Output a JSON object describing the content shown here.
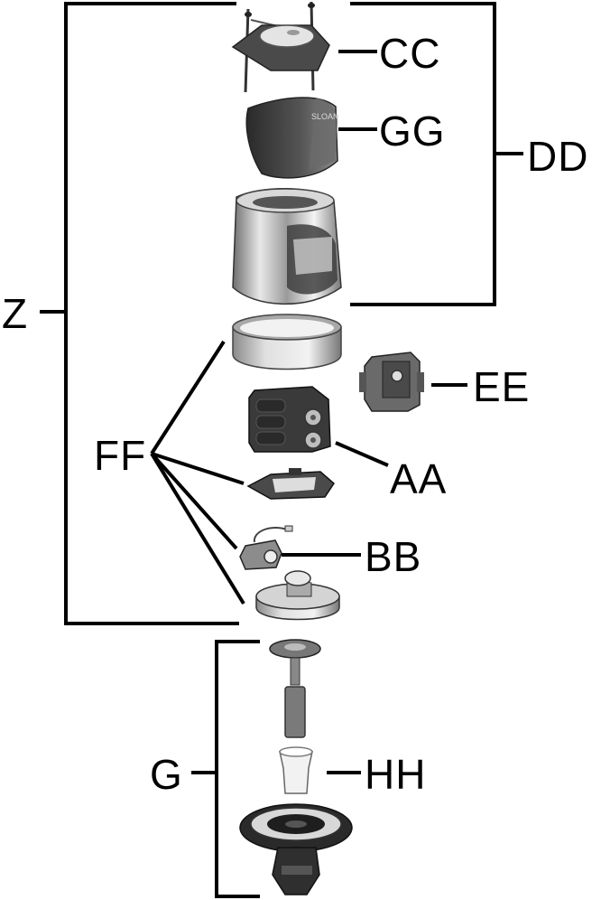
{
  "diagram": {
    "labels": {
      "cc": "CC",
      "gg": "GG",
      "dd": "DD",
      "z": "Z",
      "ee": "EE",
      "ff": "FF",
      "aa": "AA",
      "bb": "BB",
      "g": "G",
      "hh": "HH"
    },
    "logo_text": "SLOAN"
  }
}
